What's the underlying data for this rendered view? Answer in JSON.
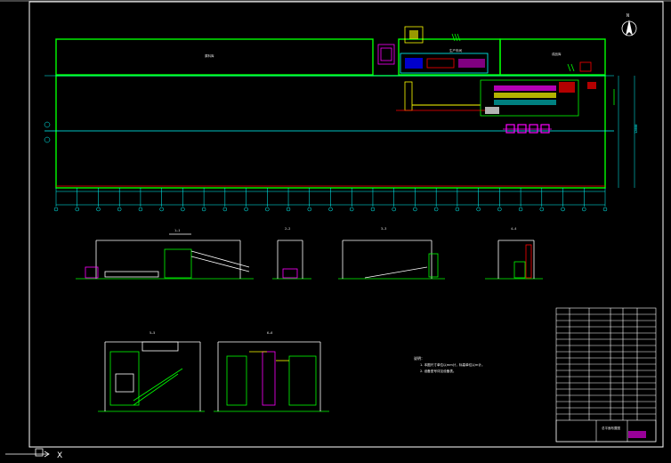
{
  "drawing": {
    "north_arrow": "N",
    "plan": {
      "label_left_block": "原料库",
      "label_mid_block": "生产车间",
      "label_right_block": "成品库"
    },
    "notes": {
      "heading": "说明：",
      "line1": "1. 本图尺寸单位以mm计，标高单位以m计。",
      "line2": "2. 设备型号详见设备表。"
    },
    "title_block": {
      "drawing_name": "总平面布置图"
    },
    "ucs_label": "X"
  },
  "colors": {
    "background": "#000000",
    "green": "#00ff00",
    "cyan": "#00ffff",
    "white": "#ffffff",
    "red": "#ff0000",
    "magenta": "#ff00ff",
    "yellow": "#ffff00"
  }
}
